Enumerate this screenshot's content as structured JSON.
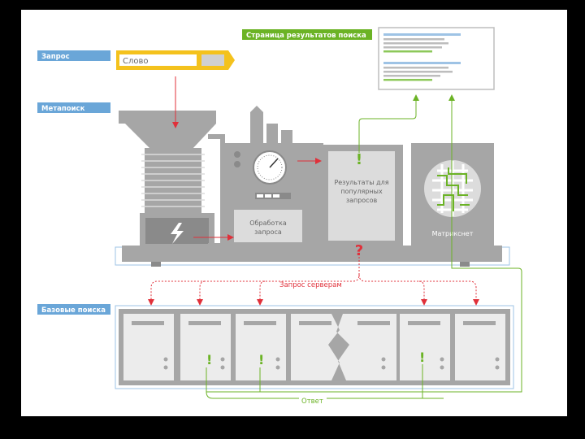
{
  "labels": {
    "zapros": "Запрос",
    "metapoisk": "Метапоиск",
    "bazovye": "Базовые поиска",
    "serp": "Страница результатов поиска"
  },
  "query_input": {
    "value": "Слово"
  },
  "machine": {
    "processing_line1": "Обработка",
    "processing_line2": "запроса",
    "results_line1": "Результаты для",
    "results_line2": "популярных",
    "results_line3": "запросов",
    "matrixnet": "Матрикснет",
    "exclaim": "!",
    "question": "?"
  },
  "flows": {
    "request_servers": "Запрос серверам",
    "answer": "Ответ"
  },
  "servers": {
    "exclaim": "!"
  },
  "colors": {
    "blue": "#6aa6d8",
    "yellow": "#f4c21d",
    "gray": "#a6a6a6",
    "dark": "#8a8a8a",
    "red": "#e0303a",
    "green": "#6bb325"
  }
}
